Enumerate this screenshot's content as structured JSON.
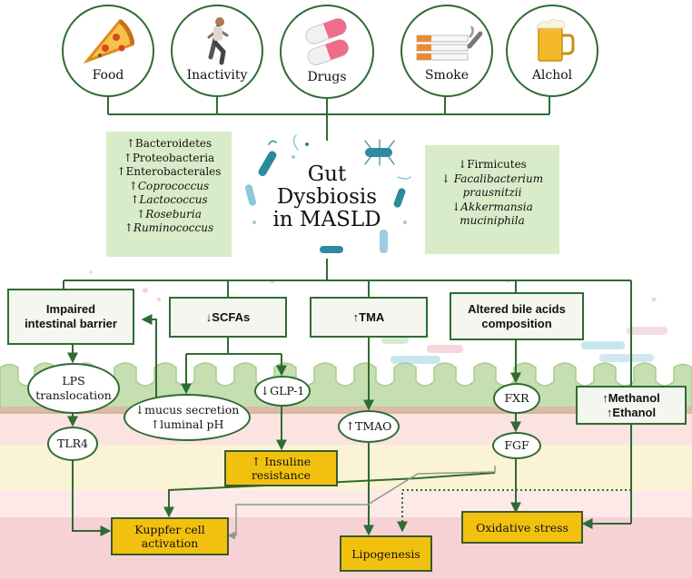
{
  "factors": [
    {
      "label": "Food",
      "icon": "pizza-icon"
    },
    {
      "label": "Inactivity",
      "icon": "person-walking-icon"
    },
    {
      "label": "Drugs",
      "icon": "pills-icon"
    },
    {
      "label": "Smoke",
      "icon": "cigarettes-icon"
    },
    {
      "label": "Alchol",
      "icon": "beer-mug-icon"
    }
  ],
  "center": {
    "line1": "Gut",
    "line2": "Dysbiosis",
    "line3": "in MASLD"
  },
  "increased_taxa": [
    "↑Bacteroidetes",
    "↑Proteobacteria",
    "↑Enterobacterales",
    "↑Coprococcus",
    "↑Lactococcus",
    "↑Roseburia",
    "↑Ruminococcus"
  ],
  "decreased_taxa": [
    "↓Firmicutes",
    "↓ Facalibacterium",
    "prausnitzii",
    "↓Akkermansia",
    "muciniphila"
  ],
  "mechanisms": {
    "barrier_line1": "Impaired",
    "barrier_line2": "intestinal barrier",
    "scfa": "↓SCFAs",
    "tma": "↑TMA",
    "bile_line1": "Altered bile acids",
    "bile_line2": "composition"
  },
  "mediators": {
    "lps_line1": "LPS",
    "lps_line2": "translocation",
    "tlr4": "TLR4",
    "mucus_line1": "↓mucus secretion",
    "mucus_line2": "↑luminal pH",
    "glp1": "↓GLP-1",
    "tmao": "↑TMAO",
    "fxr": "FXR",
    "fgf": "FGF",
    "alcohol_line1": "↑Methanol",
    "alcohol_line2": "↑Ethanol"
  },
  "outcomes": {
    "insulin_line1": "↑ Insuline",
    "insulin_line2": "resistance",
    "kupffer_line1": "Kuppfer cell",
    "kupffer_line2": "activation",
    "lipogenesis": "Lipogenesis",
    "oxidative": "Oxidative stress"
  },
  "colors": {
    "line_green": "#2f6b33",
    "box_fill": "#d9ecc9",
    "outcome_yellow": "#f2c10f",
    "villi_green": "#b7d7a1",
    "tissue_pink": "#f7d6d2"
  }
}
